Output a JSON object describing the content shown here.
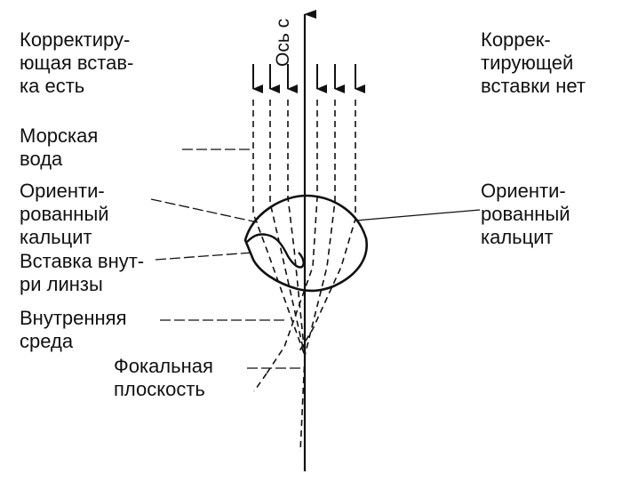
{
  "axis_label": "Ось с",
  "labels": {
    "corrector_present": [
      "Корректиру-",
      "ющая встав-",
      "ка есть"
    ],
    "corrector_absent": [
      "Коррек-",
      "тирующей",
      "вставки нет"
    ],
    "sea_water": [
      "Морская",
      "вода"
    ],
    "oriented_calcite_left": [
      "Ориенти-",
      "рованный",
      "кальцит"
    ],
    "oriented_calcite_right": [
      "Ориенти-",
      "рованный",
      "кальцит"
    ],
    "insert_inside_lens": [
      "Вставка внут-",
      "ри линзы"
    ],
    "inner_medium": [
      "Внутренняя",
      "среда"
    ],
    "focal_plane": [
      "Фокальная",
      "плоскость"
    ]
  },
  "colors": {
    "ink": "#111111",
    "background": "#ffffff"
  }
}
